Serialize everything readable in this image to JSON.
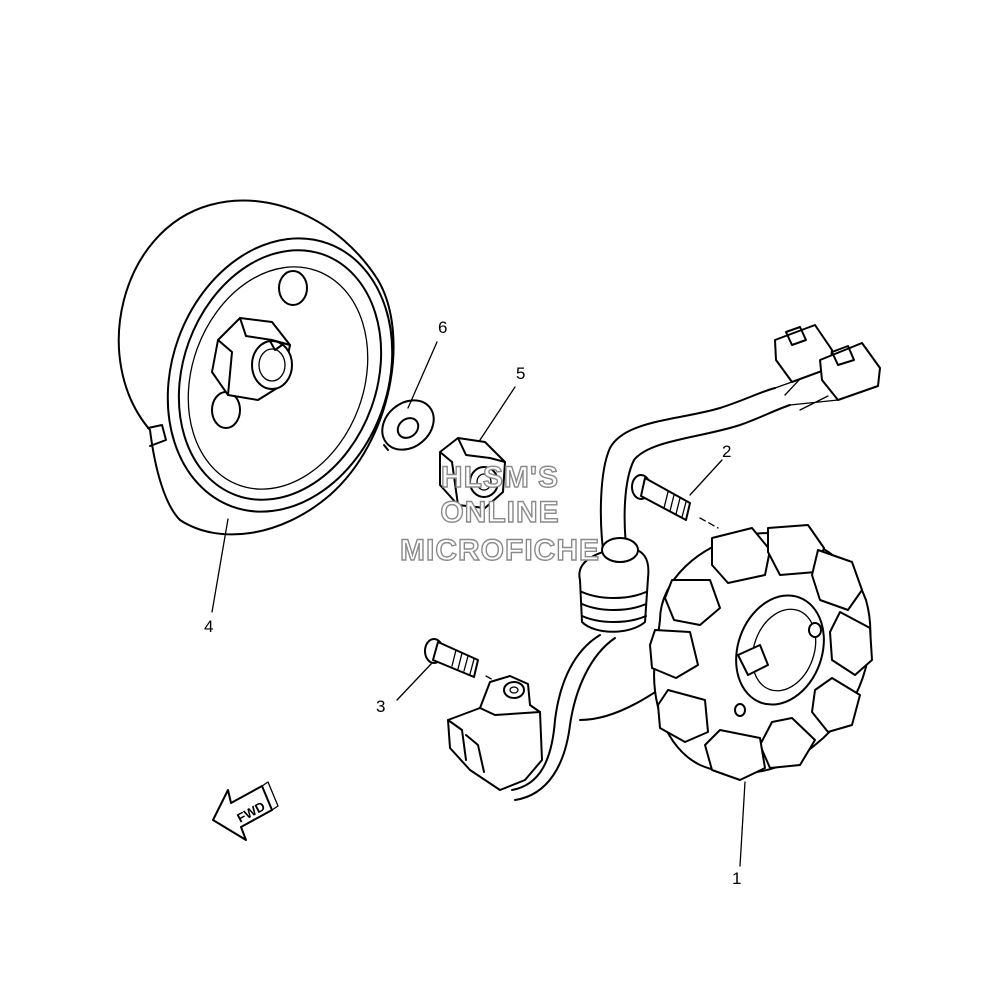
{
  "callouts": {
    "c1": "1",
    "c2": "2",
    "c3": "3",
    "c4": "4",
    "c5": "5",
    "c6": "6"
  },
  "watermark": {
    "line1": "HLSM'S",
    "line2": "ONLINE",
    "line3": "MICROFICHE"
  },
  "direction_marker": {
    "label": "FWD",
    "icon": "arrow-left-icon"
  }
}
